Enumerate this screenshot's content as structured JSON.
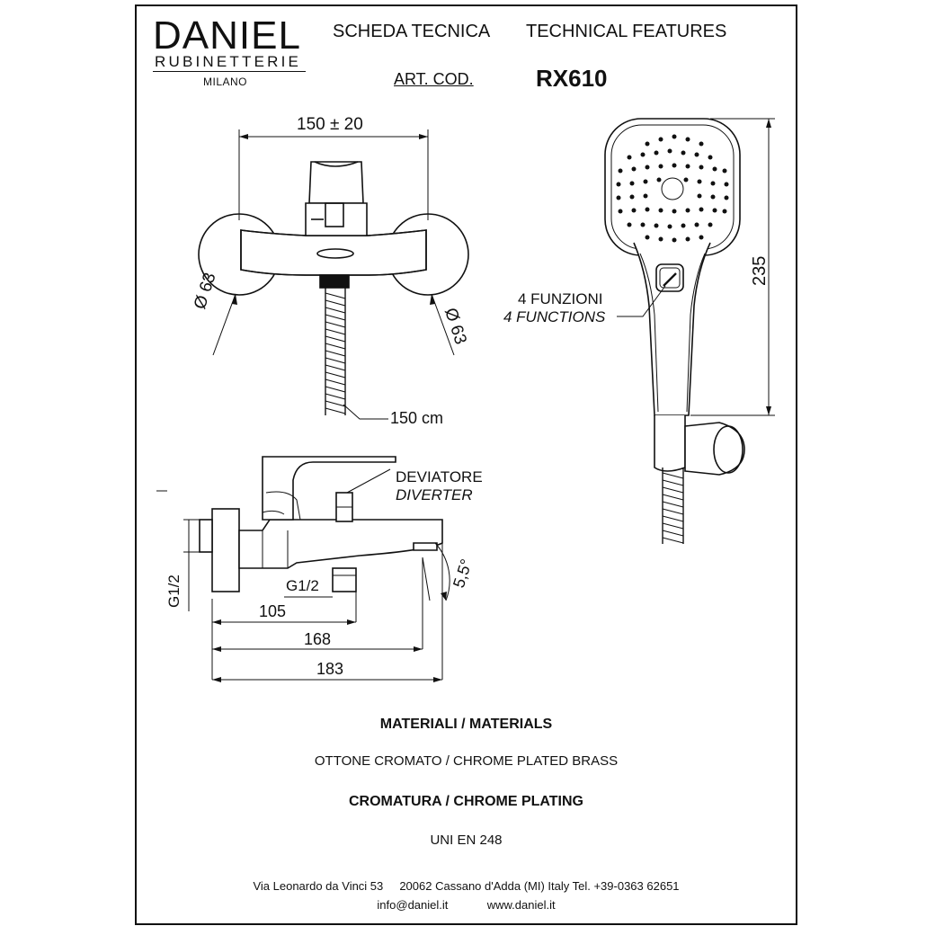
{
  "brand": {
    "name": "DANIEL",
    "subtitle": "RUBINETTERIE",
    "city": "MILANO"
  },
  "header": {
    "title_it": "SCHEDA TECNICA",
    "title_en": "TECHNICAL FEATURES",
    "article_label": "ART. COD.",
    "article_code": "RX610"
  },
  "drawing": {
    "width_dim": "150 ± 20",
    "diameter_left": "Ø 63",
    "diameter_right": "Ø 63",
    "hose_length": "150 cm",
    "shower_height": "235",
    "functions_it": "4 FUNZIONI",
    "functions_en": "4 FUNCTIONS",
    "diverter_it": "DEVIATORE",
    "diverter_en": "DIVERTER",
    "angle": "5,5°",
    "thread_inlet": "G1/2",
    "thread_outlet": "G1/2",
    "dim_105": "105",
    "dim_168": "168",
    "dim_183": "183"
  },
  "materials": {
    "heading": "MATERIALI / MATERIALS",
    "value": "OTTONE CROMATO  / CHROME PLATED BRASS"
  },
  "plating": {
    "heading": "CROMATURA / CHROME PLATING",
    "value": "UNI EN 248"
  },
  "footer": {
    "address": "Via Leonardo da Vinci 53     20062 Cassano d'Adda (MI) Italy Tel. +39-0363 62651",
    "contacts": "info@daniel.it            www.daniel.it"
  }
}
